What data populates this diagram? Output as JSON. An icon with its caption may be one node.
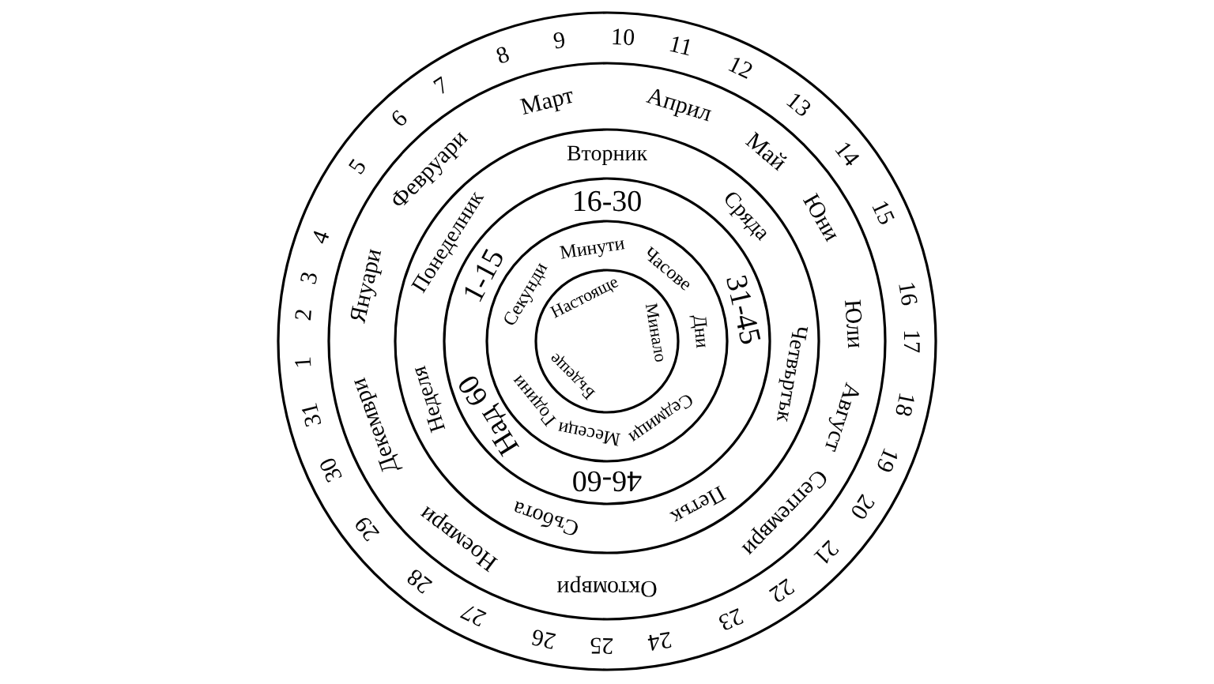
{
  "diagram": {
    "nodes": [
      {
        "text": [
          "1",
          "2",
          "3",
          "4",
          "5",
          "6",
          "7",
          "8",
          "9",
          "10",
          "11",
          "12",
          "13",
          "14",
          "15",
          "16",
          "17",
          "18",
          "19",
          "20",
          "21",
          "22",
          "23",
          "24",
          "25",
          "26",
          "27",
          "28",
          "29",
          "30",
          "31"
        ]
      },
      {
        "text": [
          "Януари",
          "Февруари",
          "Март",
          "Април",
          "Май",
          "Юни",
          "Юли",
          "Август",
          "Септември",
          "Октомври",
          "Ноември",
          "Декември"
        ],
        "in": 0
      },
      {
        "text": [
          "Понеделник",
          "Вторник",
          "Сряда",
          "Четвъртък",
          "Петък",
          "Събота",
          "Неделя"
        ],
        "in": 1
      },
      {
        "text": [
          "1-15",
          "16-30",
          "31-45",
          "46-60",
          "Над 60"
        ],
        "in": 2
      },
      {
        "text": [
          "Секунди",
          "Минути",
          "Часове",
          "Дни",
          "Седмици",
          "Месеци",
          "Години"
        ],
        "in": 3
      },
      {
        "text": [
          "Настояще",
          "Минало",
          "Бъдеще"
        ],
        "in": 4
      }
    ]
  }
}
